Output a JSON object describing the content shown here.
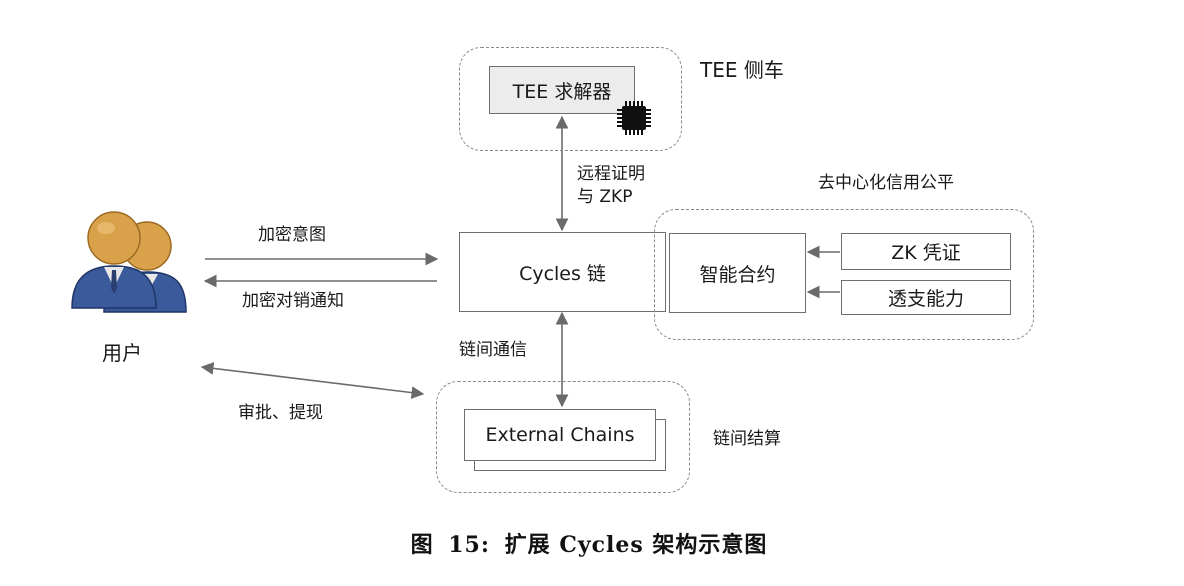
{
  "tee": {
    "group_label": "TEE 侧车",
    "solver_label": "TEE 求解器",
    "chip_icon": "cpu-chip-icon"
  },
  "core": {
    "cycles_label": "Cycles 链"
  },
  "fairness": {
    "group_label": "去中心化信用公平",
    "contract_label": "智能合约",
    "zk_label": "ZK 凭证",
    "transparency_label": "透支能力"
  },
  "external": {
    "chains_label": "External Chains",
    "settlement_label": "链间结算"
  },
  "user": {
    "label": "用户",
    "icon": "users-icon"
  },
  "edges": {
    "remote_proof_line1": "远程证明",
    "remote_proof_line2": "与 ZKP",
    "encrypted_intent": "加密意图",
    "encrypted_settlement": "加密对销通知",
    "cross_chain_comm": "链间通信",
    "approve_withdraw": "审批、提现"
  },
  "caption": {
    "prefix": "图",
    "number": "15:",
    "title": "扩展 Cycles 架构示意图"
  },
  "colors": {
    "arrow": "#6a6a6a",
    "dashed_border": "#8a8a8a",
    "user_skin": "#d9a24a",
    "user_suit": "#3a5a9c"
  }
}
